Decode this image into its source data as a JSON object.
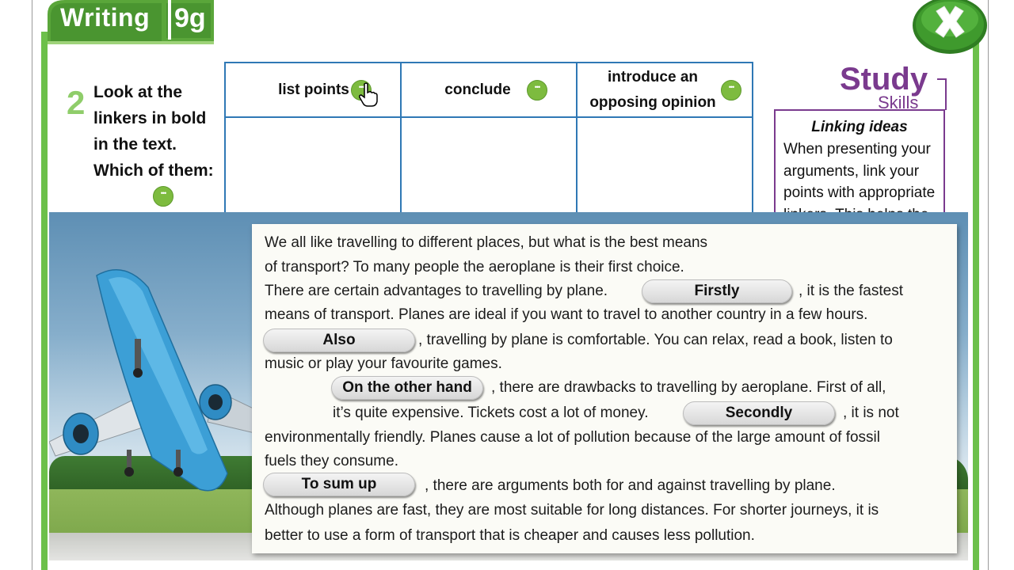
{
  "header": {
    "section": "Writing",
    "unit": "9g"
  },
  "exercise": {
    "number": "2",
    "instruction": "Look at the linkers in bold in the text. Which of them:"
  },
  "table": {
    "columns": [
      {
        "label": "list points"
      },
      {
        "label": "conclude"
      },
      {
        "label": "introduce an opposing opinion"
      }
    ]
  },
  "study_skills": {
    "title": "Study",
    "subtitle": "Skills",
    "heading": "Linking ideas",
    "body": "When presenting your arguments, link your points with appropriate linkers. This helps the reader follow your essay."
  },
  "text": {
    "line1": "We all like travelling to different places, but what is the best means",
    "line2": "of transport? To many people the aeroplane is their first choice.",
    "line3a": "There are certain advantages to travelling by plane.",
    "line3b": ", it is the fastest",
    "line4": "means of transport. Planes are ideal if you want to travel to another country in a few hours.",
    "line5b": ", travelling by plane is comfortable. You can relax, read a book, listen to",
    "line6": "music or play your favourite games.",
    "line7b": ", there are drawbacks to travelling by aeroplane. First of all,",
    "line8a": "it’s quite expensive. Tickets cost a lot of money.",
    "line8b": ", it is not",
    "line9": "environmentally friendly. Planes cause a lot of pollution because of the large amount of fossil",
    "line10": "fuels they consume.",
    "line11b": ", there are arguments both for and against travelling by plane.",
    "line12": "Although planes are fast, they are most suitable for long distances. For shorter journeys, it is",
    "line13": "better to use a form of transport that is cheaper and causes less pollution."
  },
  "linkers": {
    "firstly": "Firstly",
    "also": "Also",
    "on_the_other_hand": "On the other hand",
    "secondly": "Secondly",
    "to_sum_up": "To sum up"
  },
  "colors": {
    "green_accent": "#6cc04a",
    "table_border": "#2f78b5",
    "study_purple": "#7a3a8e"
  },
  "icons": [
    "close-icon",
    "dots-icon",
    "hand-cursor-icon",
    "airplane-photo"
  ]
}
